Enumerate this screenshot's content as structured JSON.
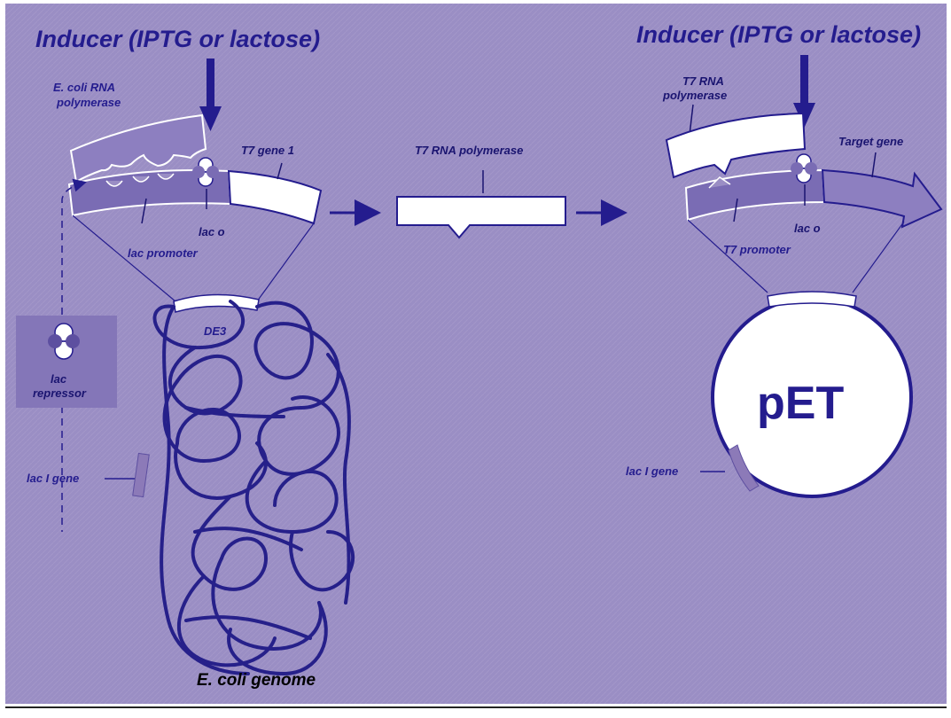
{
  "colors": {
    "background": "#9a8ec4",
    "dark_blue": "#241c8e",
    "dna_strand": "#26208a",
    "dark_purple": "#7a6cb4",
    "mid_purple": "#8d7fc0",
    "light_box": "#ffffff"
  },
  "left_panel": {
    "inducer_label": "Inducer (IPTG or lactose)",
    "rna_polymerase_label_1": "E. coli RNA",
    "rna_polymerase_label_2": "polymerase",
    "t7_gene_label": "T7 gene 1",
    "lac_o_label": "lac o",
    "lac_promoter_label": "lac promoter",
    "de3_label": "DE3",
    "lac_repressor_label_1": "lac",
    "lac_repressor_label_2": "repressor",
    "lac_i_gene_label": "lac I gene",
    "genome_label": "E. coli genome"
  },
  "middle": {
    "t7_polymerase_label": "T7 RNA polymerase"
  },
  "right_panel": {
    "inducer_label": "Inducer (IPTG or lactose)",
    "t7_polymerase_label_1": "T7 RNA",
    "t7_polymerase_label_2": "polymerase",
    "target_gene_label": "Target gene",
    "lac_o_label": "lac o",
    "t7_promoter_label": "T7 promoter",
    "plasmid_label": "pET",
    "lac_i_gene_label": "lac I gene"
  }
}
